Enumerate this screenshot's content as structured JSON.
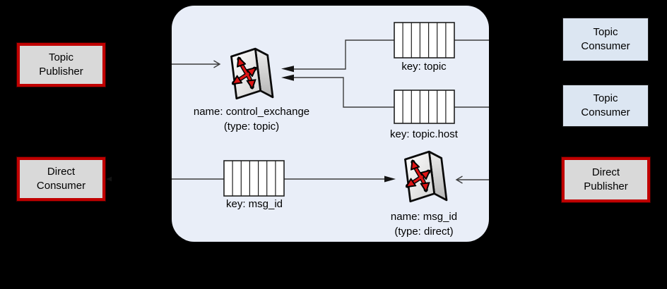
{
  "boxes": {
    "topic_publisher": {
      "label": "Topic\nPublisher"
    },
    "direct_consumer": {
      "label": "Direct\nConsumer"
    },
    "topic_consumer_top": {
      "label": "Topic\nConsumer"
    },
    "topic_consumer_bottom": {
      "label": "Topic\nConsumer"
    },
    "direct_publisher": {
      "label": "Direct\nPublisher"
    }
  },
  "exchanges": {
    "control": {
      "name_label": "name: control_exchange",
      "type_label": "(type: topic)"
    },
    "msg_id": {
      "name_label": "name: msg_id",
      "type_label": "(type: direct)"
    }
  },
  "queues": {
    "topic": {
      "label": "key: topic"
    },
    "topic_host": {
      "label": "key: topic.host"
    },
    "msg_id": {
      "label": "key: msg_id"
    }
  },
  "colors": {
    "background": "#000000",
    "broker_panel_fill": "#e9eef8",
    "publisher_box_fill": "#d9d9d9",
    "publisher_box_border": "#c00000",
    "consumer_box_fill": "#dce6f2",
    "connector_line": "#3d3d3d",
    "exchange_arrow_red": "#dd1414",
    "queue_fill": "#ffffff"
  },
  "icons": {
    "exchange": "exchange-switch-icon",
    "queue": "queue-slots-icon"
  }
}
